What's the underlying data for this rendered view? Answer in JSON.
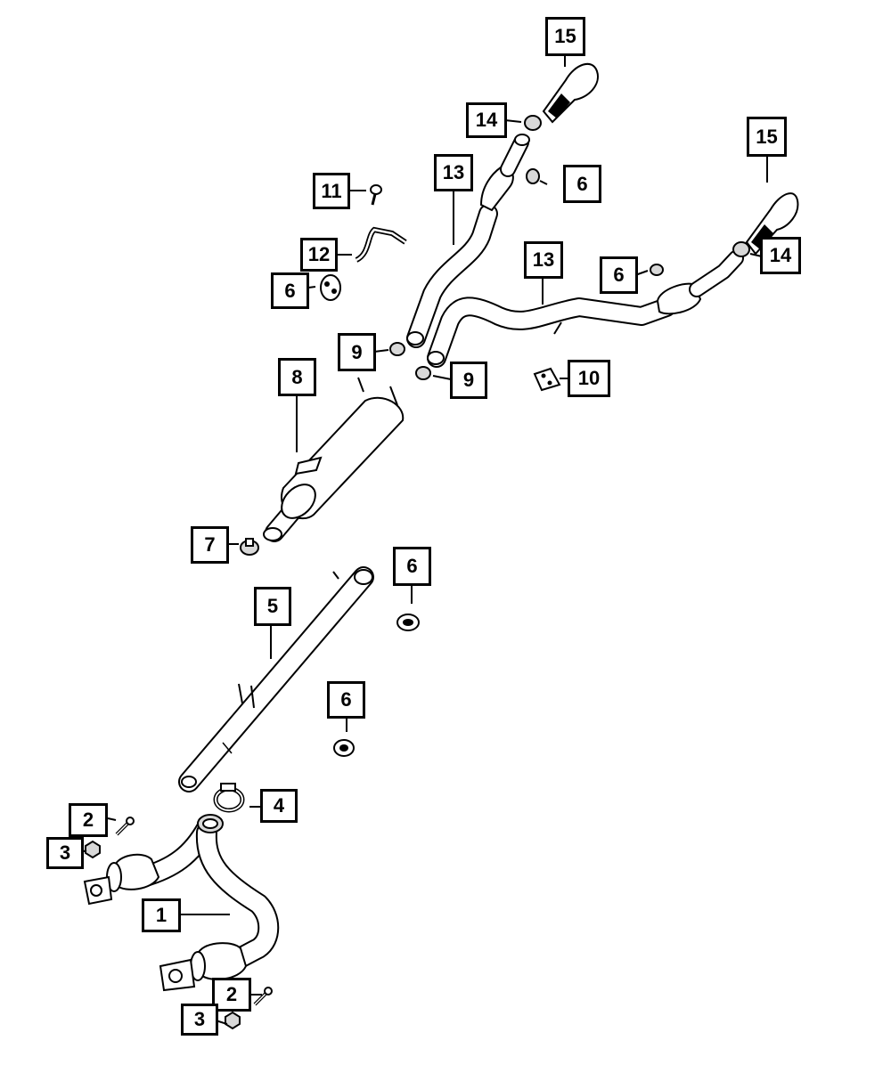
{
  "callouts": [
    {
      "id": "c1",
      "text": "1"
    },
    {
      "id": "c2a",
      "text": "2"
    },
    {
      "id": "c2b",
      "text": "2"
    },
    {
      "id": "c3a",
      "text": "3"
    },
    {
      "id": "c3b",
      "text": "3"
    },
    {
      "id": "c4",
      "text": "4"
    },
    {
      "id": "c5",
      "text": "5"
    },
    {
      "id": "c6a",
      "text": "6"
    },
    {
      "id": "c6b",
      "text": "6"
    },
    {
      "id": "c6c",
      "text": "6"
    },
    {
      "id": "c6d",
      "text": "6"
    },
    {
      "id": "c6e",
      "text": "6"
    },
    {
      "id": "c7",
      "text": "7"
    },
    {
      "id": "c8",
      "text": "8"
    },
    {
      "id": "c9a",
      "text": "9"
    },
    {
      "id": "c9b",
      "text": "9"
    },
    {
      "id": "c10",
      "text": "10"
    },
    {
      "id": "c11",
      "text": "11"
    },
    {
      "id": "c12",
      "text": "12"
    },
    {
      "id": "c13a",
      "text": "13"
    },
    {
      "id": "c13b",
      "text": "13"
    },
    {
      "id": "c14a",
      "text": "14"
    },
    {
      "id": "c14b",
      "text": "14"
    },
    {
      "id": "c15a",
      "text": "15"
    },
    {
      "id": "c15b",
      "text": "15"
    }
  ]
}
